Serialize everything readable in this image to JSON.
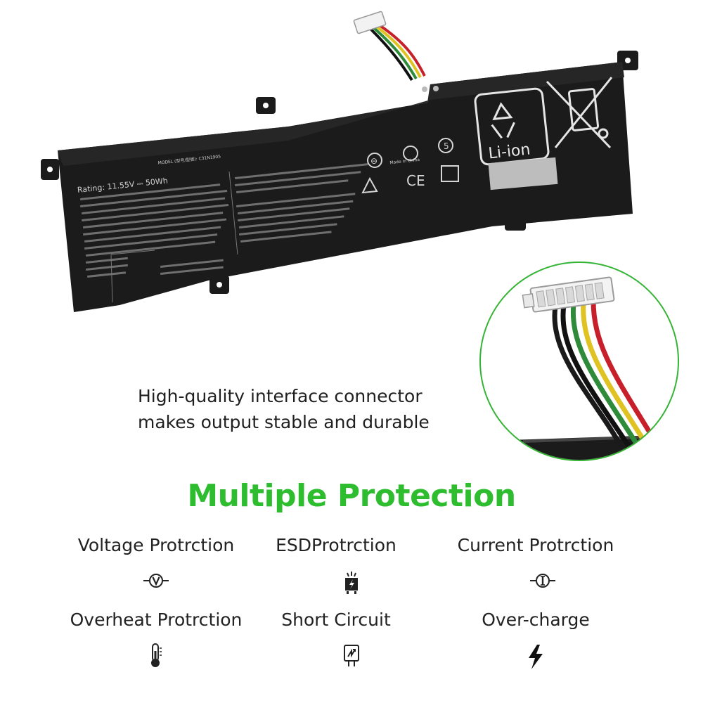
{
  "battery": {
    "rating": "Rating: 11.55V ⎓ 50Wh",
    "model": "MODEL (型号/型號): C31N1905",
    "li_ion": "Li-ion",
    "made_in": "Made in China"
  },
  "caption": {
    "line1": "High-quality interface connector",
    "line2": "makes output stable and durable"
  },
  "headline": "Multiple Protection",
  "features": [
    {
      "label": "Voltage Protrction",
      "icon": "voltage-icon"
    },
    {
      "label": "ESDProtrction",
      "icon": "esd-icon"
    },
    {
      "label": "Current Protrction",
      "icon": "current-icon"
    },
    {
      "label": "Overheat Protrction",
      "icon": "thermometer-icon"
    },
    {
      "label": "Short Circuit",
      "icon": "short-circuit-icon"
    },
    {
      "label": "Over-charge",
      "icon": "lightning-icon"
    }
  ],
  "colors": {
    "accent_green": "#2ebd2e",
    "battery_body": "#1b1b1b",
    "wire_red": "#c8202a",
    "wire_yellow": "#e0c222",
    "wire_green": "#2e8b3a",
    "wire_black": "#111111"
  }
}
